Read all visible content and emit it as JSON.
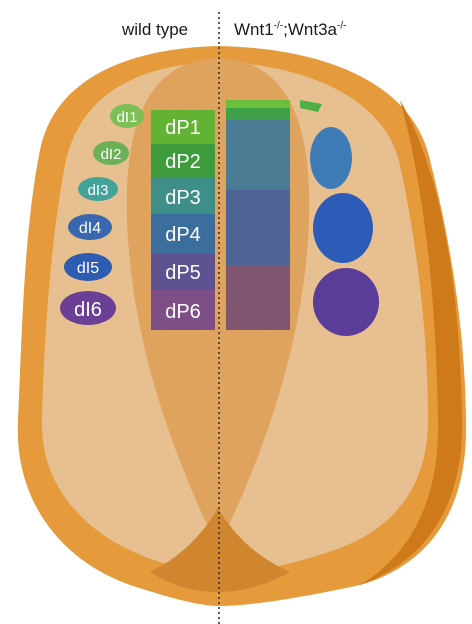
{
  "headers": {
    "left": "wild type",
    "right_gene1": "Wnt1",
    "right_sup1": "-/-",
    "right_sep": ";",
    "right_gene2": "Wnt3a",
    "right_sup2": "-/-"
  },
  "di_labels": [
    "dI1",
    "dI2",
    "dI3",
    "dI4",
    "dI5",
    "dI6"
  ],
  "dp_labels": [
    "dP1",
    "dP2",
    "dP3",
    "dP4",
    "dP5",
    "dP6"
  ],
  "colors": {
    "tube": "#E59A3C",
    "tube_dark": "#D27F1F",
    "tissue": "#EBC08C",
    "dp": [
      "#62B233",
      "#3F9C3C",
      "#3E8F87",
      "#3B6E9D",
      "#5E5390",
      "#7E4F87"
    ],
    "di": [
      "#7DBE55",
      "#6CB158",
      "#44A399",
      "#3A68AE",
      "#2E5CB2",
      "#6A3F95"
    ],
    "mutant_ovals": [
      "#3F7BB7",
      "#2C5CB8",
      "#5A3C99"
    ]
  }
}
